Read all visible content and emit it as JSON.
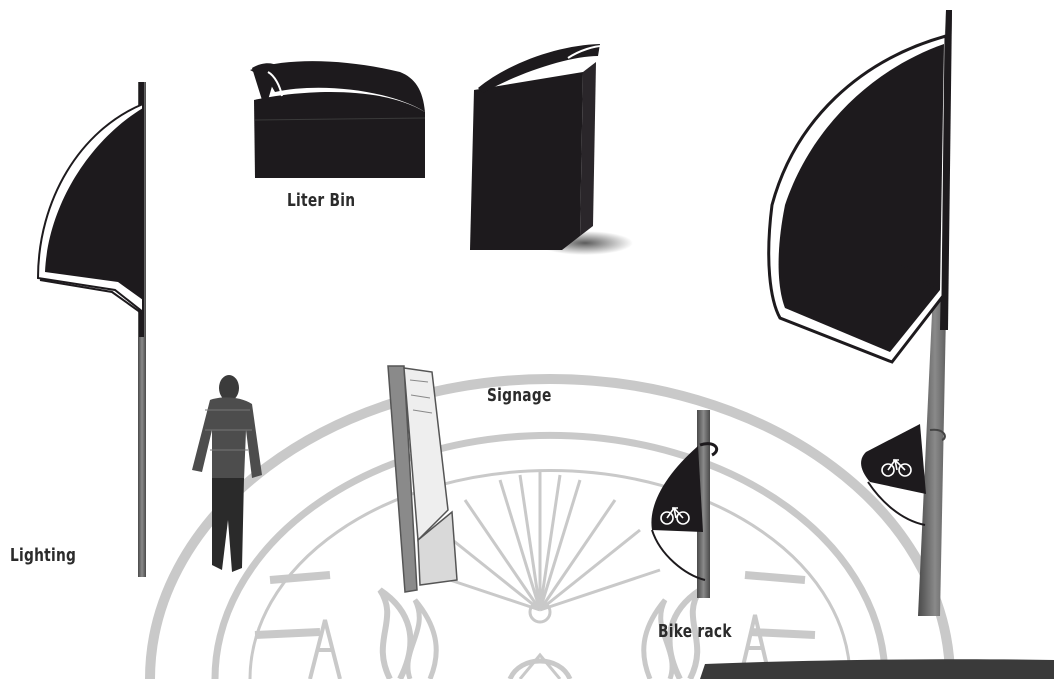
{
  "labels": {
    "liter_bin": "Liter Bin",
    "signage": "Signage",
    "lighting": "Lighting",
    "bike_rack": "Bike rack"
  },
  "icons": {
    "bicycle": "bicycle-icon",
    "person": "pedestrian-figure",
    "watermark": "university-seal-watermark"
  },
  "colors": {
    "dark_fill": "#1d1a1d",
    "pole": "#6b6b6b",
    "watermark": "#c9c9c9"
  }
}
